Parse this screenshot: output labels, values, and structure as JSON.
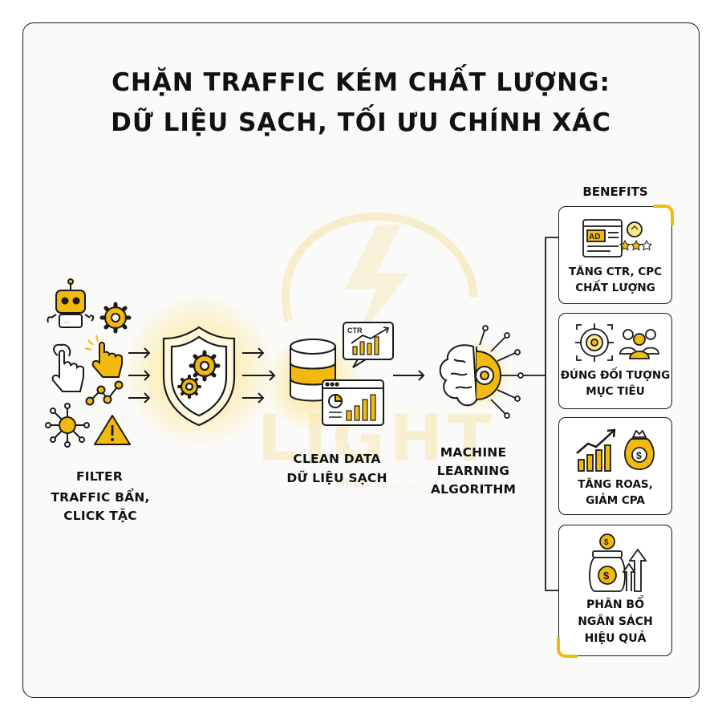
{
  "title_line1": "CHẶN TRAFFIC KÉM CHẤT LƯỢNG:",
  "title_line2": "DỮ LIỆU SẠCH, TỐI ƯU CHÍNH XÁC",
  "filter": {
    "line1": "FILTER",
    "line2": "TRAFFIC BẨN,",
    "line3": "CLICK TẶC"
  },
  "clean_data": {
    "line1": "CLEAN DATA",
    "line2": "DỮ LIỆU SẠCH"
  },
  "ml": {
    "line1": "MACHINE",
    "line2": "LEARNING",
    "line3": "ALGORITHM"
  },
  "chart_badge": "CTR",
  "ad_badge": "AD",
  "watermark": {
    "logo": "LIGHT",
    "tagline": "Nhơn ... ... ..."
  },
  "benefits": {
    "title": "BENEFITS",
    "items": [
      {
        "line1": "TĂNG CTR, CPC",
        "line2": "CHẤT LƯỢNG",
        "line3": "",
        "icon": "ad-rating-icon"
      },
      {
        "line1": "ĐÚNG ĐỐI TƯỢNG",
        "line2": "MỤC TIÊU",
        "line3": "",
        "icon": "target-audience-icon"
      },
      {
        "line1": "TĂNG ROAS,",
        "line2": "GIẢM CPA",
        "line3": "",
        "icon": "growth-money-icon"
      },
      {
        "line1": "PHÂN BỔ",
        "line2": "NGÂN SÁCH",
        "line3": "HIỆU QUẢ",
        "icon": "budget-jar-icon"
      }
    ]
  },
  "colors": {
    "accent": "#f2b90f",
    "ink": "#1a1a1a",
    "glow": "#fde58a"
  }
}
